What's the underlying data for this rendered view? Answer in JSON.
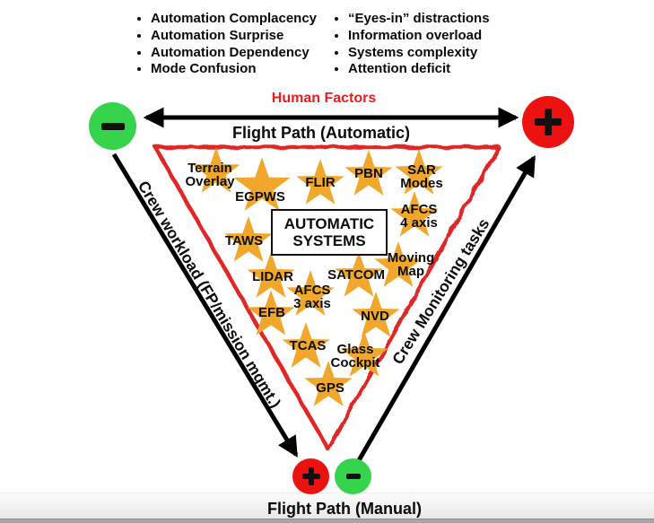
{
  "bullets": {
    "left": [
      "Automation Complacency",
      "Automation Surprise",
      "Automation Dependency",
      "Mode Confusion"
    ],
    "right": [
      "“Eyes-in” distractions",
      "Information overload",
      "Systems complexity",
      "Attention deficit"
    ]
  },
  "top_axis": {
    "title": "Human Factors",
    "axis_label": "Flight Path (Automatic)",
    "left_terminal_sign": "−",
    "right_terminal_sign": "+"
  },
  "bottom_axis": {
    "axis_label": "Flight Path (Manual)",
    "left_terminal_sign": "+",
    "right_terminal_sign": "−"
  },
  "left_axis": {
    "label": "Crew workload (FP/mission mgmt.)"
  },
  "right_axis": {
    "label": "Crew Monitoring tasks"
  },
  "triangle": {
    "center_label": "AUTOMATIC\nSYSTEMS"
  },
  "systems": [
    {
      "label": "Terrain\nOverlay"
    },
    {
      "label": "EGPWS"
    },
    {
      "label": "FLIR"
    },
    {
      "label": "PBN"
    },
    {
      "label": "SAR\nModes"
    },
    {
      "label": "AFCS\n4 axis"
    },
    {
      "label": "TAWS"
    },
    {
      "label": "Moving\nMap"
    },
    {
      "label": "LIDAR"
    },
    {
      "label": "SATCOM"
    },
    {
      "label": "AFCS\n3 axis"
    },
    {
      "label": "EFB"
    },
    {
      "label": "NVD"
    },
    {
      "label": "TCAS"
    },
    {
      "label": "Glass\nCockpit"
    },
    {
      "label": "GPS"
    }
  ],
  "colors": {
    "star_gold": "#F0A72B",
    "terminal_green": "#36D44C",
    "terminal_red": "#EC1212",
    "triangle_red": "#E12626",
    "accent_red_text": "#EE1C1C",
    "arrow_black": "#000000"
  }
}
